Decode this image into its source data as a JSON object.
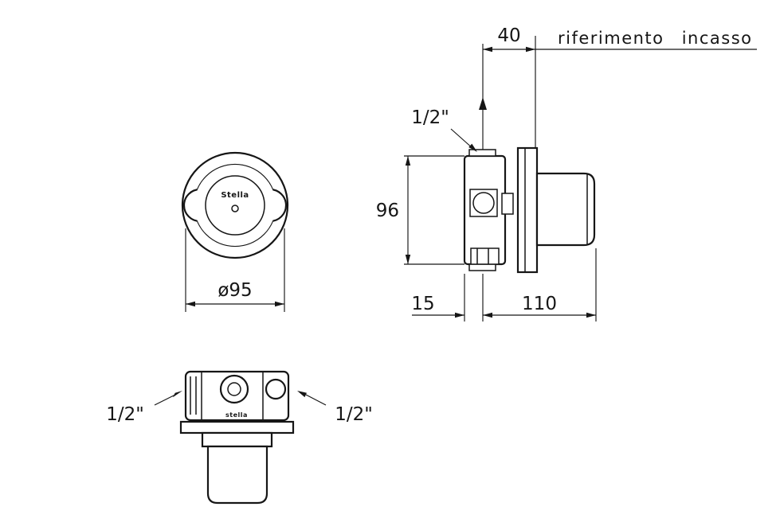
{
  "drawing": {
    "front_view": {
      "diameter": "ø95",
      "brand": "Stella"
    },
    "side_view": {
      "top_width": "40",
      "reference_note": "riferimento incasso",
      "inlet_top": "1/2\"",
      "height": "96",
      "wall_offset": "15",
      "depth": "110"
    },
    "top_view": {
      "inlet_left": "1/2\"",
      "inlet_right": "1/2\"",
      "brand": "stella"
    }
  }
}
